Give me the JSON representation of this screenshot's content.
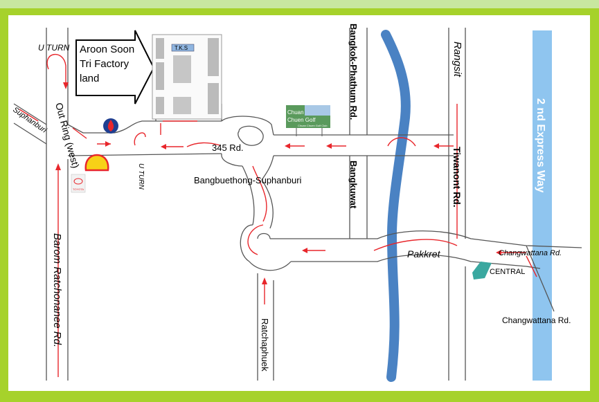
{
  "labels": {
    "uturn_top": "U TURN",
    "uturn_mid": "U TURN",
    "factory_line1": "Aroon Soon",
    "factory_line2": "Tri Factory",
    "factory_line3": "land",
    "tks_sign": "T.K.S",
    "out_ring": "Out Ring (west)",
    "suphanburi": "Suphanburi",
    "barom": "Barom Ratchonanee  Rd.",
    "road_345": "345 Rd.",
    "bangbuethong": "Bangbuethong-Suphanburi",
    "bangkok_phathum": "Bangkok-Phathum Rd.",
    "bangkuwat": "Bangkuwat",
    "chuan_line1": "Chuan",
    "chuan_line2": "Chuen Golf",
    "chuan_line3": "Chuan Chuen Golf Club",
    "rangsit": "Rangsit",
    "tiwanont": "Tiwanont Rd.",
    "express_way": "2 nd Express  Way",
    "pakkret": "Pakkret",
    "changwattana_1": "Changwattana Rd.",
    "changwattana_2": "Changwattana Rd.",
    "central": "CENTRAL",
    "ratchaphuek": "Ratchaphuek",
    "toyota": "TOYOTA"
  },
  "colors": {
    "frame_green": "#a6d22b",
    "road_line": "#555555",
    "route_red": "#e8262b",
    "river_blue": "#4a82c3",
    "expressway_blue": "#8fc5ef"
  },
  "icons": {
    "ptt": "ptt-station-icon",
    "shell": "shell-station-icon",
    "toyota": "toyota-dealer-icon",
    "golf": "golf-club-icon",
    "central": "central-mall-icon"
  }
}
